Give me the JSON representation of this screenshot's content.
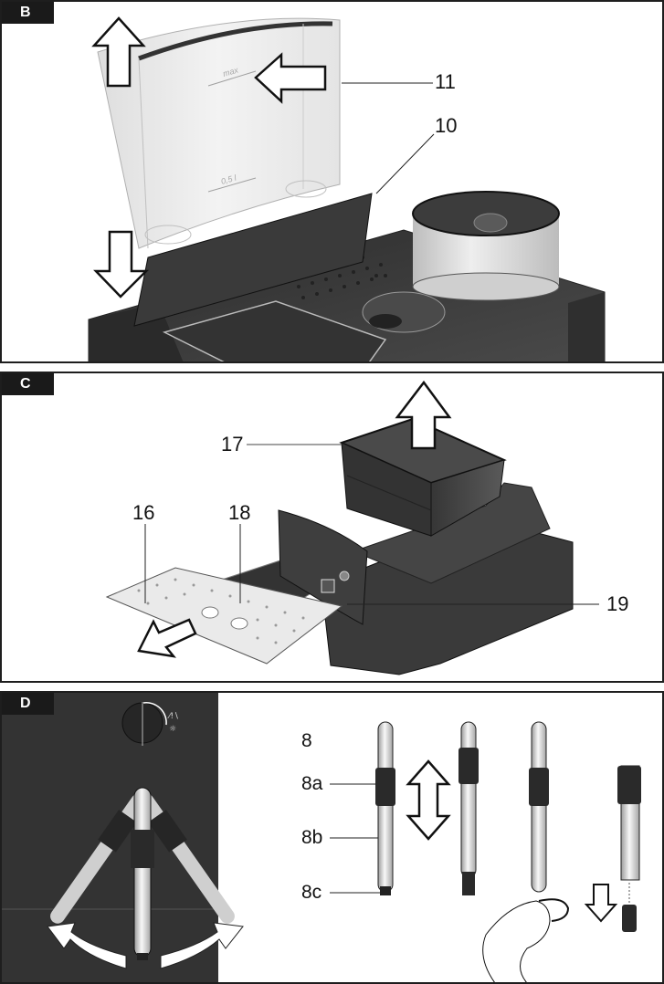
{
  "panels": [
    {
      "id": "B",
      "tag": "B",
      "callouts": [
        {
          "number": "11",
          "part": "water-tank"
        },
        {
          "number": "10",
          "part": "tank-lid-panel"
        }
      ],
      "tank_markings": {
        "max": "max",
        "half": "0,5 l"
      }
    },
    {
      "id": "C",
      "tag": "C",
      "callouts": [
        {
          "number": "17",
          "part": "grounds-container"
        },
        {
          "number": "16",
          "part": "drip-tray-grid"
        },
        {
          "number": "18",
          "part": "drip-tray-cover"
        },
        {
          "number": "19",
          "part": "float-indicator"
        }
      ]
    },
    {
      "id": "D",
      "tag": "D",
      "callouts": [
        {
          "number": "8",
          "part": "milk-frother"
        },
        {
          "number": "8a",
          "part": "sleeve"
        },
        {
          "number": "8b",
          "part": "tube"
        },
        {
          "number": "8c",
          "part": "nozzle"
        }
      ]
    }
  ],
  "colors": {
    "frame": "#1e1e1e",
    "machine_dark": "#3a3a3a",
    "tag_bg": "#1a1a1a"
  }
}
